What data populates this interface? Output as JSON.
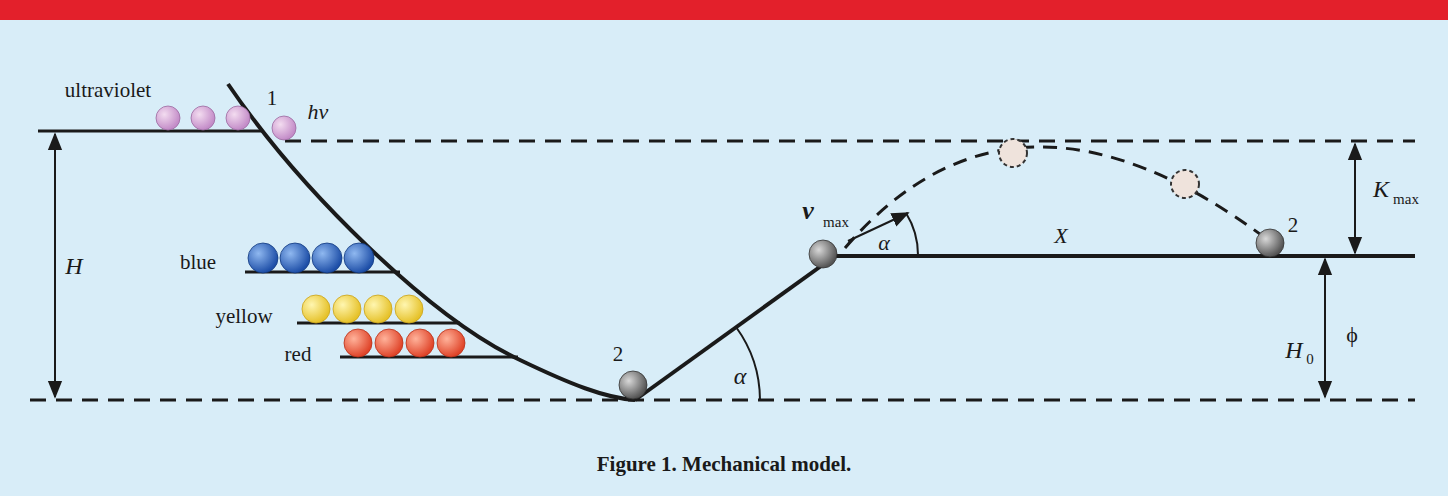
{
  "diagram": {
    "caption": "Figure 1. Mechanical model.",
    "labels": [
      "ultraviolet",
      "1",
      "hν",
      "H",
      "blue",
      "yellow",
      "red",
      "2",
      "α",
      "v",
      "max",
      "α",
      "X",
      "2",
      "K",
      "max",
      "H",
      "0",
      "ϕ"
    ]
  }
}
